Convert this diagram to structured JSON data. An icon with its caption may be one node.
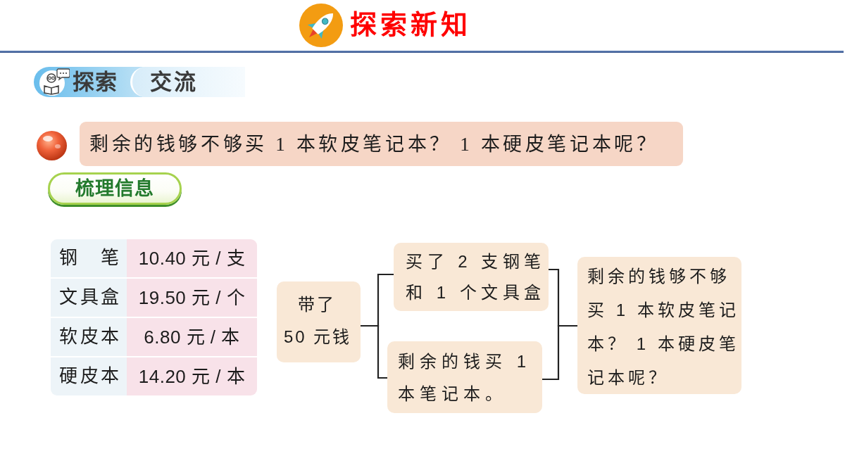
{
  "diagram": {
    "title": "探索新知",
    "nodes": [
      {
        "text": [
          "探索"
        ]
      },
      {
        "text": [
          "交流"
        ],
        "in": 0
      },
      {
        "text": [
          "剩余的钱够不够买 1 本软皮笔记本？ 1 本硬皮笔记本呢？"
        ]
      },
      {
        "text": [
          "梳理信息"
        ]
      },
      {
        "text": [
          "带了 50 元钱"
        ]
      },
      {
        "text": [
          "买了 2 支钢笔和 1 个文具盒"
        ]
      },
      {
        "text": [
          "剩余的钱买 1 本笔记本。"
        ]
      },
      {
        "text": [
          "剩余的钱够不够买 1 本软皮笔记本？ 1 本硬皮笔记本呢？"
        ]
      }
    ],
    "edges": [
      {
        "from": 4,
        "to": 5,
        "arrow": "none"
      },
      {
        "from": 4,
        "to": 6,
        "arrow": "none"
      },
      {
        "from": 5,
        "to": 7,
        "arrow": "none"
      },
      {
        "from": 6,
        "to": 7,
        "arrow": "none"
      }
    ],
    "labels": [
      "钢笔",
      "10.40 元 / 支",
      "文具盒",
      "19.50 元 / 个",
      "软皮本",
      "6.80 元 / 本",
      "硬皮本",
      "14.20 元 / 本"
    ]
  }
}
